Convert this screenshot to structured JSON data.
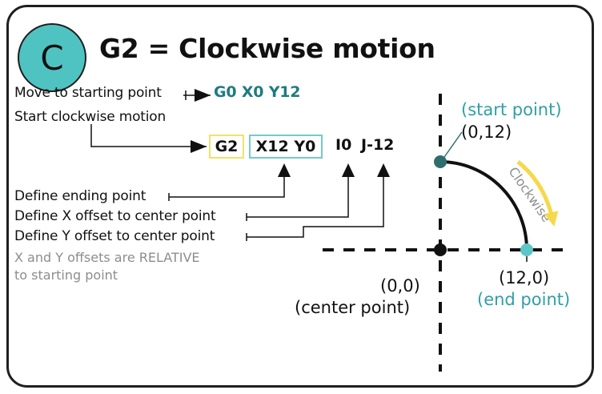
{
  "badge": {
    "letter": "C"
  },
  "title": "G2 = Clockwise motion",
  "lines": {
    "move_label": "Move to starting point",
    "move_code": "G0 X0 Y12",
    "start_label": "Start clockwise motion"
  },
  "code": {
    "g2": "G2",
    "xy": "X12 Y0",
    "i": "I0",
    "j": "J-12"
  },
  "definitions": {
    "ending": "Define ending point",
    "x_offset": "Define X offset to center point",
    "y_offset": "Define Y offset to center point"
  },
  "note": {
    "line1": "X and Y offsets are RELATIVE",
    "line2": "to starting point"
  },
  "graph": {
    "start_name": "(start point)",
    "start_coord": "(0,12)",
    "center_coord": "(0,0)",
    "center_name": "(center point)",
    "end_coord": "(12,0)",
    "end_name": "(end point)",
    "direction": "Clockwise"
  },
  "colors": {
    "badge": "#4fc3c1",
    "start_point": "#2e6e6f",
    "end_point": "#5cc6c8",
    "arrow_clockwise": "#f6d84a",
    "g2_box": "#f3e16a",
    "xy_box": "#76c9cd",
    "teal_text": "#1f7b80"
  }
}
